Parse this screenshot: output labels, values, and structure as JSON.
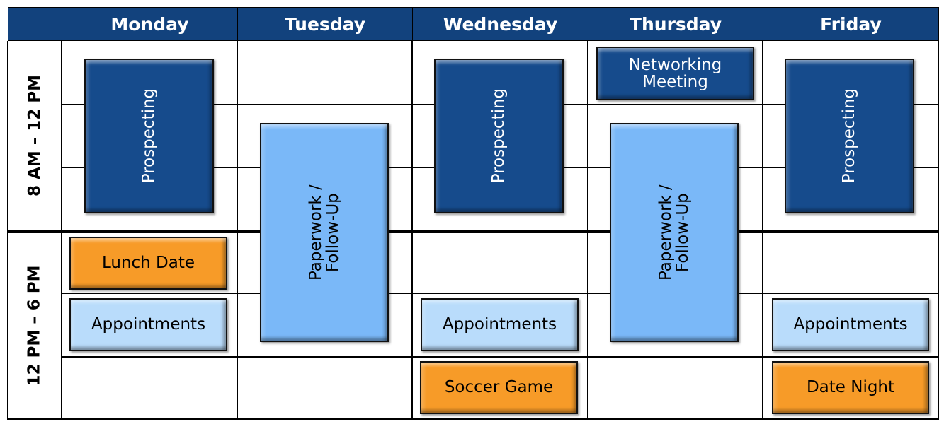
{
  "days": [
    "Monday",
    "Tuesday",
    "Wednesday",
    "Thursday",
    "Friday"
  ],
  "time_blocks": [
    "8 AM – 12 PM",
    "12 PM – 6 PM"
  ],
  "events": {
    "mon_prospecting": "Prospecting",
    "wed_prospecting": "Prospecting",
    "fri_prospecting": "Prospecting",
    "thu_networking": "Networking Meeting",
    "tue_paperwork": "Paperwork / Follow-Up",
    "thu_paperwork": "Paperwork / Follow-Up",
    "mon_lunch": "Lunch Date",
    "mon_appointments": "Appointments",
    "wed_appointments": "Appointments",
    "fri_appointments": "Appointments",
    "wed_soccer": "Soccer Game",
    "fri_date_night": "Date Night"
  },
  "colors": {
    "header": "#12427d",
    "prospecting": "#164b8c",
    "paperwork": "#7ab8f8",
    "appointments": "#b9dcfb",
    "personal": "#f79b28"
  }
}
